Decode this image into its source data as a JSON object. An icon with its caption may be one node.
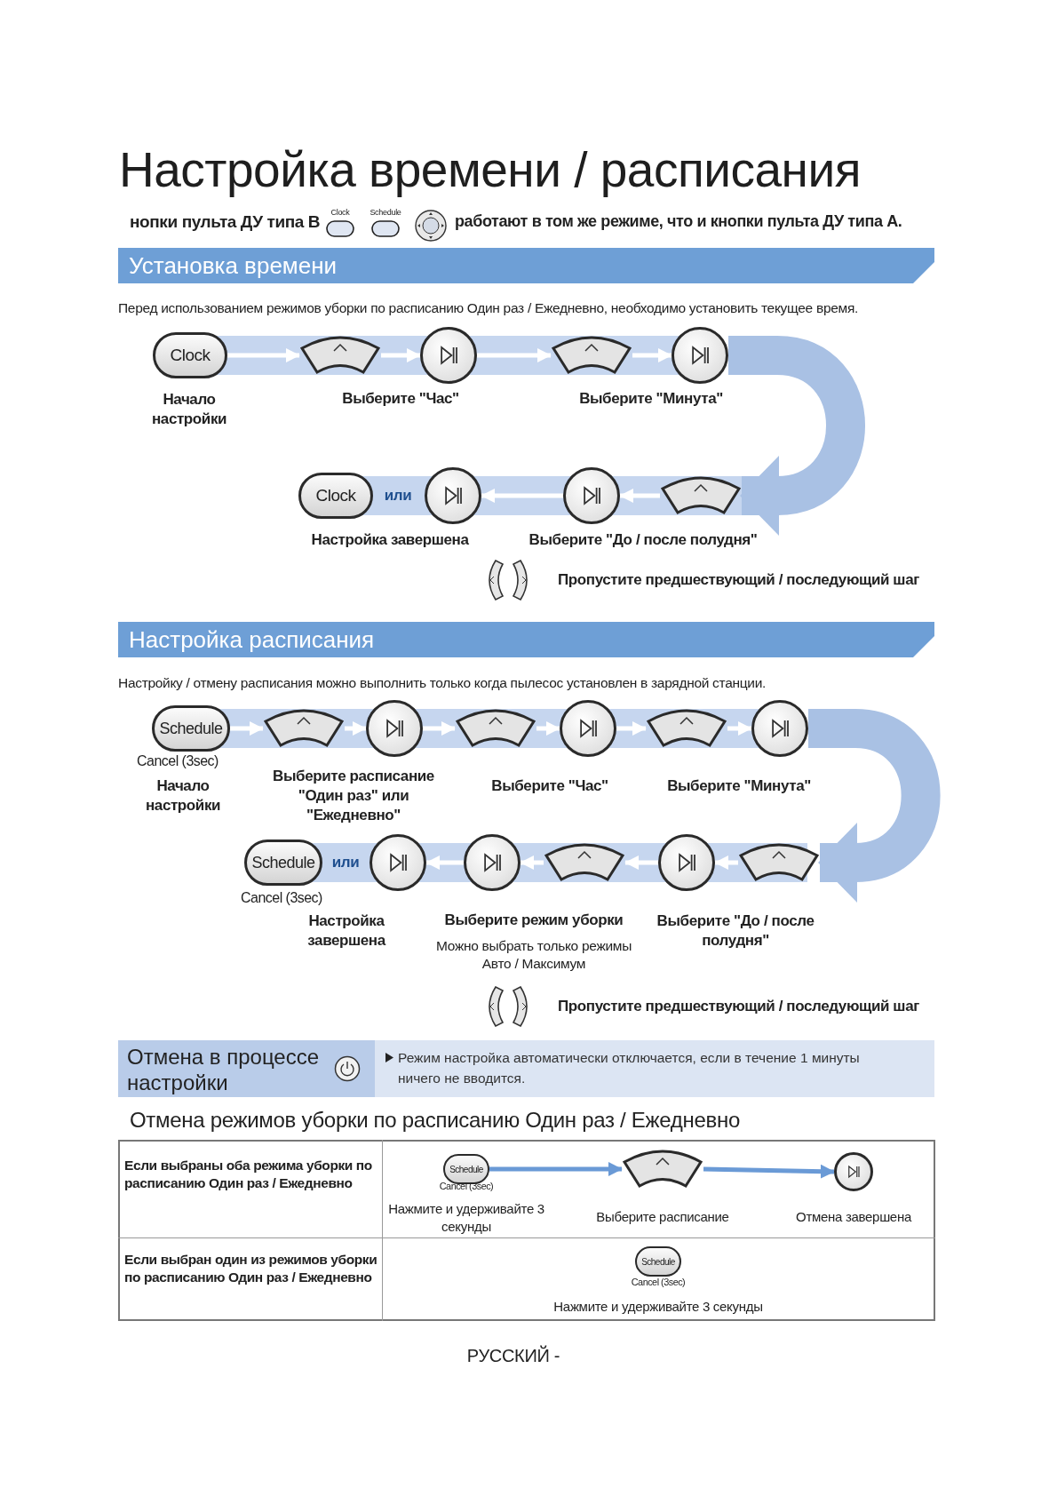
{
  "diagram": {
    "title": "Настройка времени / расписания",
    "nodes": [
      {
        "text": [
          "Установка времени"
        ]
      },
      {
        "text": [
          "Clock"
        ]
      },
      {
        "text": [],
        "shape": "arc"
      },
      {
        "text": [],
        "shape": "circle"
      },
      {
        "text": [],
        "shape": "arc"
      },
      {
        "text": [],
        "shape": "circle"
      },
      {
        "text": [
          "Clock"
        ]
      },
      {
        "text": [],
        "shape": "circle"
      },
      {
        "text": [],
        "shape": "circle"
      },
      {
        "text": [],
        "shape": "arc"
      },
      {
        "text": [
          "Настройка расписания"
        ]
      },
      {
        "text": [
          "Schedule"
        ],
        "beside": [
          "Cancel (3sec)"
        ]
      },
      {
        "text": [],
        "shape": "arc"
      },
      {
        "text": [],
        "shape": "circle"
      },
      {
        "text": [],
        "shape": "arc"
      },
      {
        "text": [],
        "shape": "circle"
      },
      {
        "text": [],
        "shape": "arc"
      },
      {
        "text": [],
        "shape": "circle"
      },
      {
        "text": [
          "Schedule"
        ],
        "beside": [
          "Cancel (3sec)"
        ]
      },
      {
        "text": [],
        "shape": "circle"
      },
      {
        "text": [],
        "shape": "circle"
      },
      {
        "text": [],
        "shape": "arc"
      },
      {
        "text": [],
        "shape": "circle"
      },
      {
        "text": [],
        "shape": "arc"
      },
      {
        "text": [
          "Отмена в процессе настройки"
        ]
      },
      {
        "text": [
          "Режим настройка автоматически отключается, если в течение 1 минуты ничего не вводится."
        ]
      },
      {
        "text": [
          "Schedule"
        ],
        "beside": [
          "Cancel (3sec)"
        ]
      },
      {
        "text": [],
        "shape": "arc"
      },
      {
        "text": [],
        "shape": "circle"
      },
      {
        "text": [
          "Schedule"
        ],
        "beside": [
          "Cancel (3sec)"
        ]
      }
    ],
    "edges": [
      {
        "from": 1,
        "to": 2,
        "arrow": "to"
      },
      {
        "from": 2,
        "to": 3,
        "arrow": "to"
      },
      {
        "from": 3,
        "to": 4,
        "arrow": "to"
      },
      {
        "from": 4,
        "to": 5,
        "arrow": "to"
      },
      {
        "from": 5,
        "to": 9,
        "arrow": "to",
        "style": "thick",
        "color": "#a9c1e4"
      },
      {
        "from": 9,
        "to": 8,
        "arrow": "to"
      },
      {
        "from": 8,
        "to": 7,
        "arrow": "to"
      },
      {
        "from": 11,
        "to": 12,
        "arrow": "to"
      },
      {
        "from": 12,
        "to": 13,
        "arrow": "to"
      },
      {
        "from": 13,
        "to": 14,
        "arrow": "to"
      },
      {
        "from": 14,
        "to": 15,
        "arrow": "to"
      },
      {
        "from": 15,
        "to": 16,
        "arrow": "to"
      },
      {
        "from": 16,
        "to": 17,
        "arrow": "to"
      },
      {
        "from": 17,
        "to": 23,
        "arrow": "to",
        "style": "thick",
        "color": "#a9c1e4"
      },
      {
        "from": 23,
        "to": 22,
        "arrow": "to"
      },
      {
        "from": 22,
        "to": 21,
        "arrow": "to"
      },
      {
        "from": 21,
        "to": 20,
        "arrow": "to"
      },
      {
        "from": 20,
        "to": 19,
        "arrow": "to"
      },
      {
        "from": 26,
        "to": 27,
        "arrow": "to",
        "color": "#6a9ad6"
      },
      {
        "from": 27,
        "to": 28,
        "arrow": "to",
        "color": "#6a9ad6"
      }
    ],
    "labels": [
      "нопки пульта ДУ типа В",
      "Clock",
      "Schedule",
      "работают в том же режиме, что и кнопки пульта ДУ типа А.",
      "Перед использованием режимов уборки по расписанию Один раз / Ежедневно, необходимо установить текущее время.",
      "Начало настройки",
      "Выберите \"Час\"",
      "Выберите \"Минута\"",
      "или",
      "Настройка завершена",
      "Выберите \"До / после полудня\"",
      "Пропустите предшествующий / последующий шаг",
      "Настройку / отмену расписания можно выполнить только когда пылесос установлен в зарядной станции.",
      "Начало настройки",
      "Выберите расписание \"Один раз\" или \"Ежедневно\"",
      "Выберите \"Час\"",
      "Выберите \"Минута\"",
      "или",
      "Настройка завершена",
      "Выберите режим уборки",
      "Можно выбрать только режимы Авто / Максимум",
      "Выберите \"До / после полудня\"",
      "Пропустите предшествующий / последующий шаг",
      "Отмена режимов уборки по расписанию Один раз / Ежедневно",
      "Если выбраны оба режима уборки по расписанию Один раз / Ежедневно",
      "Нажмите и удерживайте 3 секунды",
      "Выберите расписание",
      "Отмена завершена",
      "Если выбран один из режимов уборки по расписанию Один раз / Ежедневно",
      "Нажмите и удерживайте 3 секунды",
      "РУССКИЙ -"
    ]
  }
}
